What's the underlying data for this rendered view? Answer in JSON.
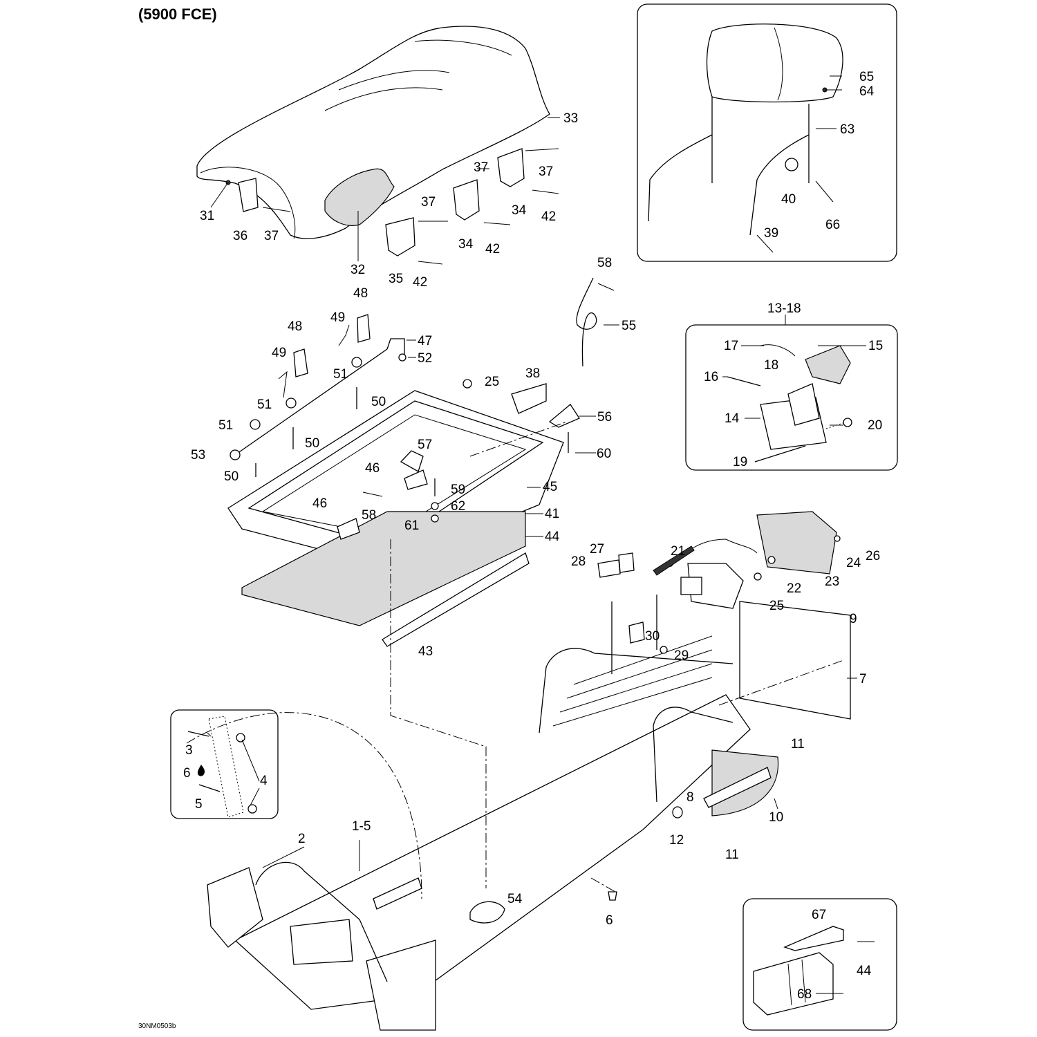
{
  "title": "(5900 FCE)",
  "drawing_code": "30NM0503b",
  "callouts": {
    "c1_5": "1-5",
    "c2": "2",
    "c3": "3",
    "c4": "4",
    "c5": "5",
    "c6": "6",
    "c6b": "6",
    "c7": "7",
    "c8": "8",
    "c9": "9",
    "c10": "10",
    "c11a": "11",
    "c11b": "11",
    "c12": "12",
    "c13_18": "13-18",
    "c14": "14",
    "c15": "15",
    "c16": "16",
    "c17": "17",
    "c18": "18",
    "c19": "19",
    "c20": "20",
    "c21": "21",
    "c22": "22",
    "c23": "23",
    "c24": "24",
    "c25a": "25",
    "c25b": "25",
    "c26": "26",
    "c27": "27",
    "c28": "28",
    "c29": "29",
    "c30": "30",
    "c31": "31",
    "c32": "32",
    "c33": "33",
    "c34a": "34",
    "c34b": "34",
    "c35": "35",
    "c36": "36",
    "c37a": "37",
    "c37b": "37",
    "c37c": "37",
    "c37d": "37",
    "c38": "38",
    "c39": "39",
    "c40": "40",
    "c41": "41",
    "c42a": "42",
    "c42b": "42",
    "c42c": "42",
    "c43": "43",
    "c44a": "44",
    "c44b": "44",
    "c45": "45",
    "c46a": "46",
    "c46b": "46",
    "c47": "47",
    "c48a": "48",
    "c48b": "48",
    "c49a": "49",
    "c49b": "49",
    "c50a": "50",
    "c50b": "50",
    "c50c": "50",
    "c51a": "51",
    "c51b": "51",
    "c51c": "51",
    "c52": "52",
    "c53": "53",
    "c54": "54",
    "c55": "55",
    "c56": "56",
    "c57": "57",
    "c58a": "58",
    "c58b": "58",
    "c59": "59",
    "c60": "60",
    "c61": "61",
    "c62": "62",
    "c63": "63",
    "c64": "64",
    "c65": "65",
    "c66": "66",
    "c67": "67",
    "c68": "68"
  },
  "icons": {
    "thread_locker": "drop-icon"
  }
}
